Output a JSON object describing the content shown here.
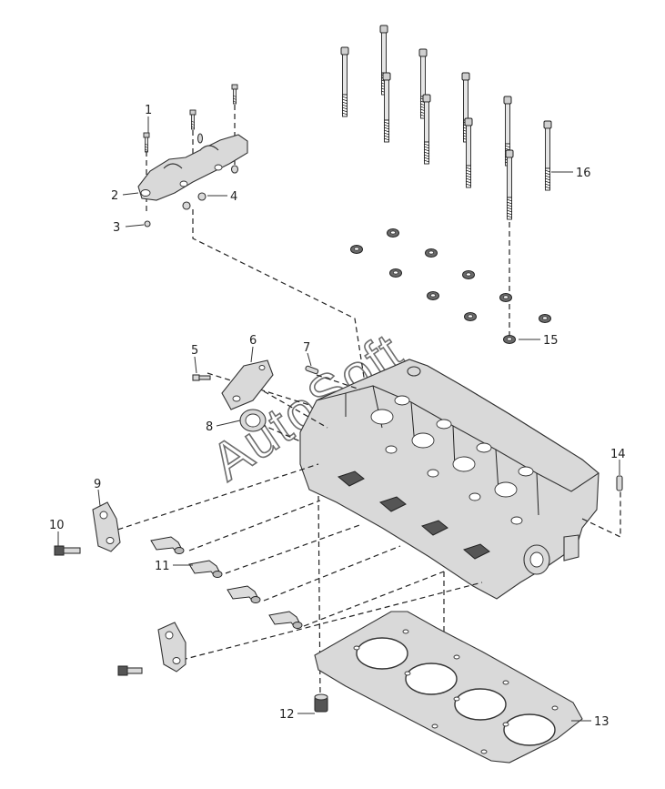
{
  "watermark": "AutoSoft",
  "callouts": [
    {
      "id": "1",
      "label": "1"
    },
    {
      "id": "2",
      "label": "2"
    },
    {
      "id": "3",
      "label": "3"
    },
    {
      "id": "4",
      "label": "4"
    },
    {
      "id": "5",
      "label": "5"
    },
    {
      "id": "6",
      "label": "6"
    },
    {
      "id": "7",
      "label": "7"
    },
    {
      "id": "8",
      "label": "8"
    },
    {
      "id": "9",
      "label": "9"
    },
    {
      "id": "10",
      "label": "10"
    },
    {
      "id": "11",
      "label": "11"
    },
    {
      "id": "12",
      "label": "12"
    },
    {
      "id": "13",
      "label": "13"
    },
    {
      "id": "14",
      "label": "14"
    },
    {
      "id": "15",
      "label": "15"
    },
    {
      "id": "16",
      "label": "16"
    }
  ]
}
